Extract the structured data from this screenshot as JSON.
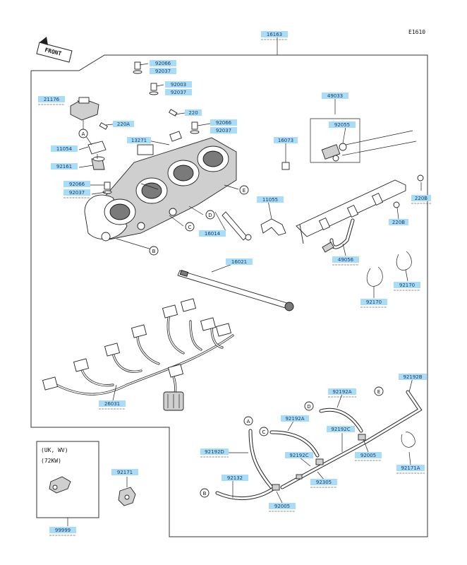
{
  "diagram_id": "E1610",
  "front_label": "FRONT",
  "variant_box": {
    "line1": "(UK, WV)",
    "line2": "(72KW)"
  },
  "parts": [
    "16163",
    "92066",
    "92037",
    "92003",
    "92037",
    "220",
    "92066",
    "92037",
    "21176",
    "220A",
    "13271",
    "11054",
    "92161",
    "92066",
    "92037",
    "49033",
    "92055",
    "16073",
    "220B",
    "220B",
    "11055",
    "16014",
    "49056",
    "16021",
    "92170",
    "92170",
    "26031",
    "92171",
    "99999",
    "92192B",
    "92192A",
    "92192A",
    "92192C",
    "92192C",
    "92192D",
    "92132",
    "92005",
    "92005",
    "92305",
    "92171A"
  ],
  "callouts": [
    "A",
    "B",
    "C",
    "D",
    "E",
    "A",
    "B",
    "C",
    "D",
    "E"
  ]
}
